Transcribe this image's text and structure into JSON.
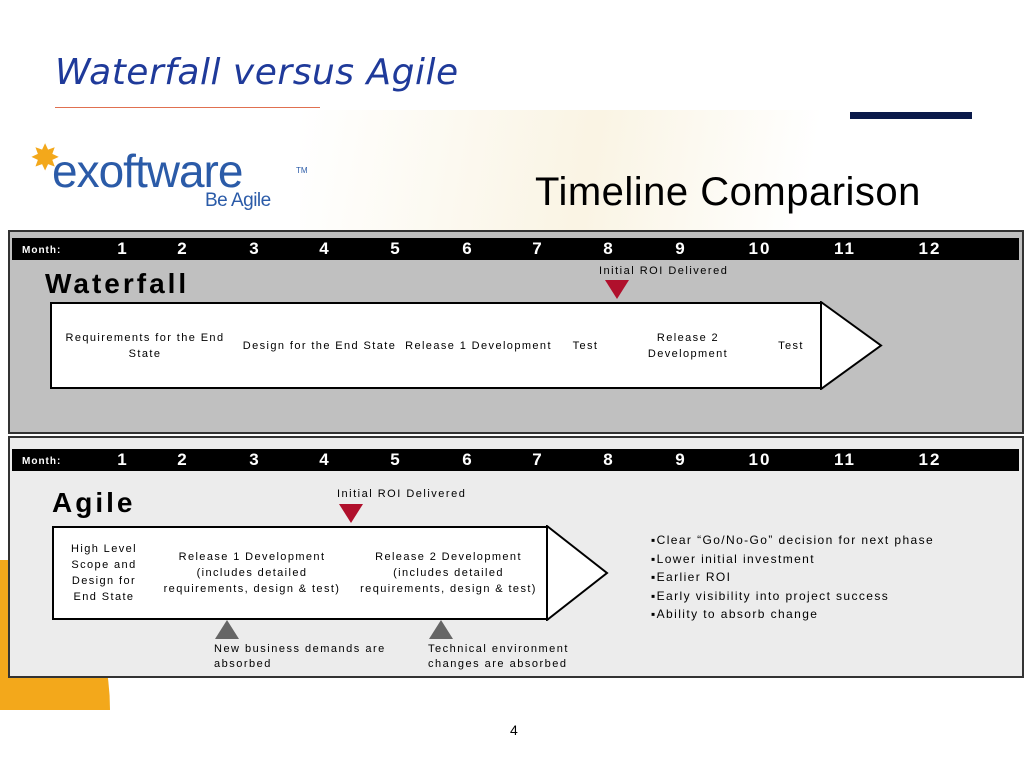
{
  "slide": {
    "title": "Waterfall versus Agile",
    "page_number": "4"
  },
  "logo": {
    "name": "exoftware",
    "tm": "TM",
    "tagline": "Be Agile"
  },
  "timeline_title": "Timeline Comparison",
  "month_label": "Month:",
  "months": [
    "1",
    "2",
    "3",
    "4",
    "5",
    "6",
    "7",
    "8",
    "9",
    "10",
    "11",
    "12"
  ],
  "waterfall": {
    "title": "Waterfall",
    "roi_label": "Initial ROI Delivered",
    "phases": [
      "Requirements for the End State",
      "Design for the End State",
      "Release 1 Development",
      "Test",
      "Release 2 Development",
      "Test"
    ]
  },
  "agile": {
    "title": "Agile",
    "roi_label": "Initial ROI Delivered",
    "phases": [
      "High Level Scope and Design for End State",
      "Release 1 Development (includes detailed requirements, design & test)",
      "Release 2 Development (includes detailed requirements, design & test)"
    ],
    "notes": [
      "New business demands are absorbed",
      "Technical environment changes are absorbed"
    ],
    "benefits": [
      "Clear “Go/No-Go” decision for next phase",
      "Lower initial investment",
      "Earlier ROI",
      "Early visibility into project success",
      "Ability to absorb change"
    ]
  },
  "colors": {
    "title_blue": "#1f3a9a",
    "logo_blue": "#2b5ba8",
    "logo_orange": "#f3a81b",
    "roi_marker": "#b0102c",
    "waterfall_panel": "#c0c0c0",
    "agile_panel": "#ececec"
  }
}
